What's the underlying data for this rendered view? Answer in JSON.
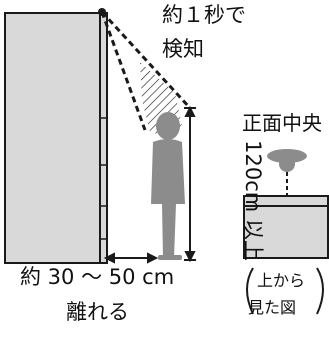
{
  "labels": {
    "detect_line1": "約１秒で",
    "detect_line2": "検知",
    "height": "120cm 以上",
    "front_center": "正面中央",
    "distance_line1": "約 30 ～ 50 cm",
    "distance_line2": "離れる",
    "view_line1": "上から",
    "view_line2": "見た図"
  },
  "colors": {
    "outline": "#1a1a1a",
    "panel_fill": "#d9d9d9",
    "person_fill": "#8c8c8c",
    "hatch": "#1a1a1a"
  }
}
